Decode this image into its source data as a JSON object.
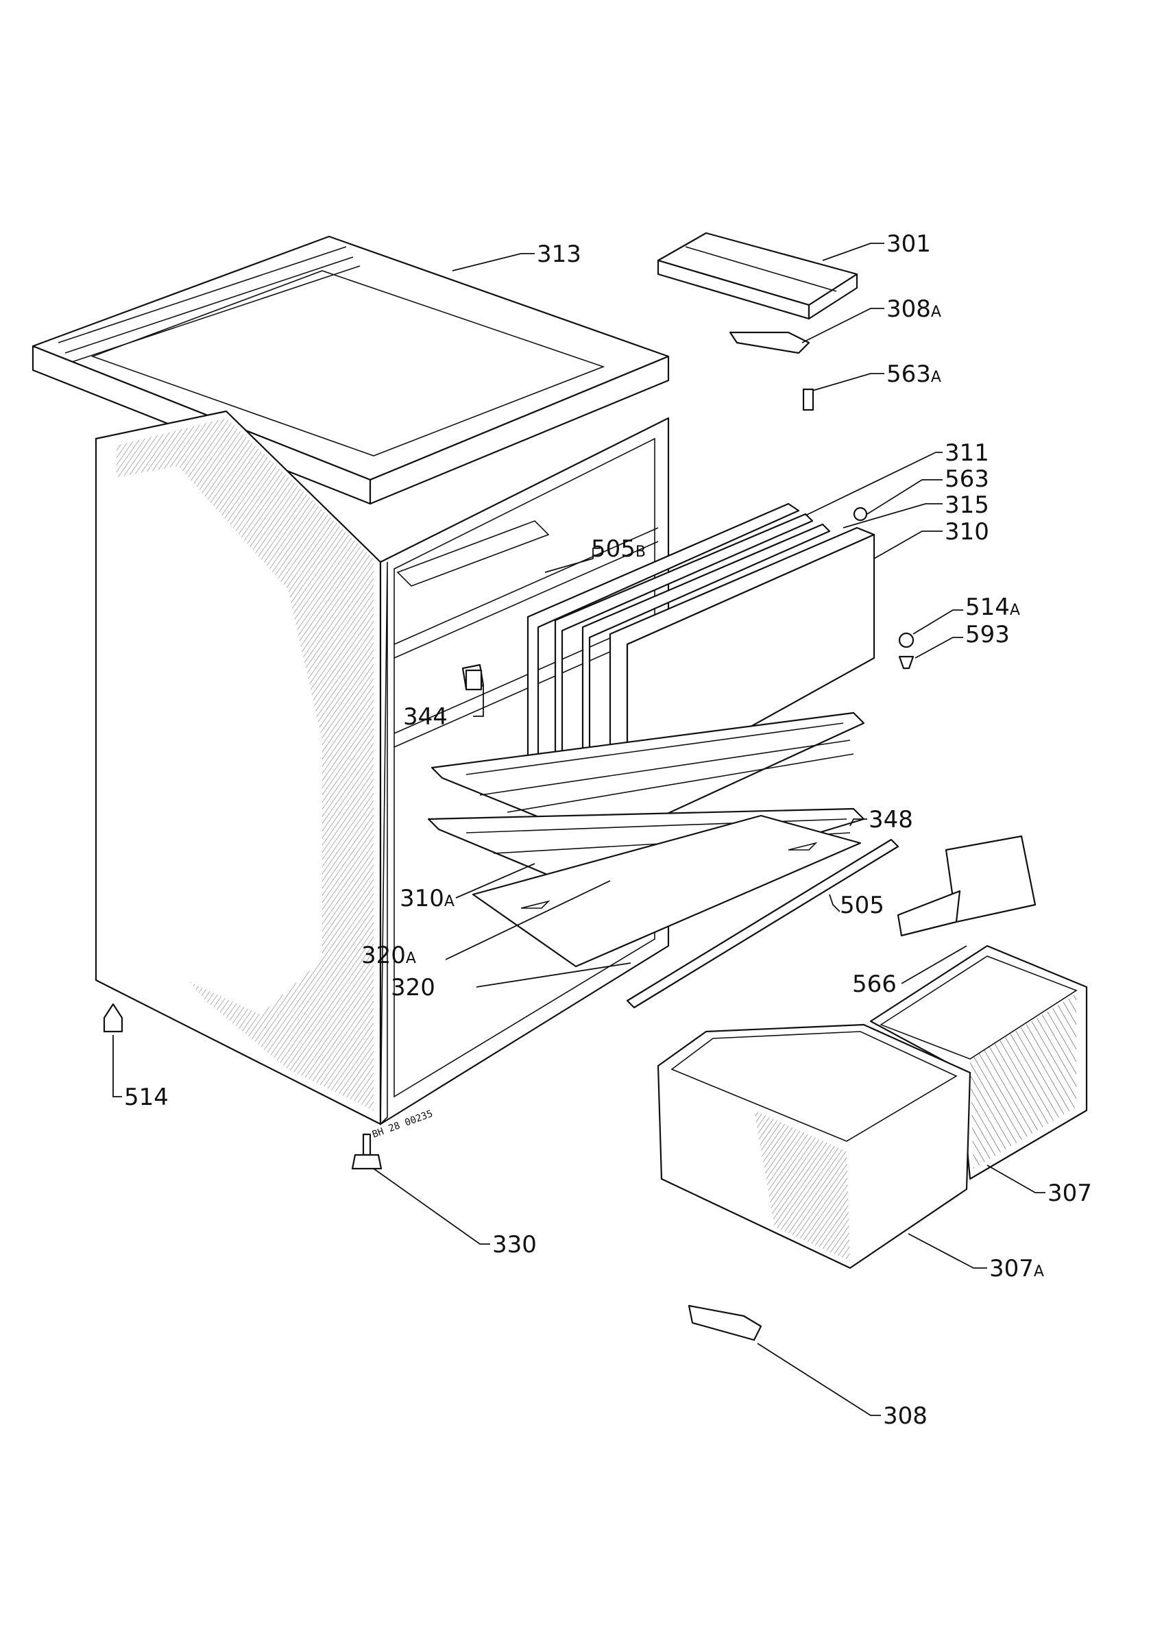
{
  "callouts": [
    {
      "id": "c313",
      "number": "313",
      "suffix": ""
    },
    {
      "id": "c301",
      "number": "301",
      "suffix": ""
    },
    {
      "id": "c308a",
      "number": "308",
      "suffix": "A"
    },
    {
      "id": "c563a",
      "number": "563",
      "suffix": "A"
    },
    {
      "id": "c311",
      "number": "311",
      "suffix": ""
    },
    {
      "id": "c563",
      "number": "563",
      "suffix": ""
    },
    {
      "id": "c315",
      "number": "315",
      "suffix": ""
    },
    {
      "id": "c310",
      "number": "310",
      "suffix": ""
    },
    {
      "id": "c505b",
      "number": "505",
      "suffix": "B"
    },
    {
      "id": "c514a",
      "number": "514",
      "suffix": "A"
    },
    {
      "id": "c593",
      "number": "593",
      "suffix": ""
    },
    {
      "id": "c344",
      "number": "344",
      "suffix": ""
    },
    {
      "id": "c348",
      "number": "348",
      "suffix": ""
    },
    {
      "id": "c310a",
      "number": "310",
      "suffix": "A"
    },
    {
      "id": "c505",
      "number": "505",
      "suffix": ""
    },
    {
      "id": "c320a",
      "number": "320",
      "suffix": "A"
    },
    {
      "id": "c566",
      "number": "566",
      "suffix": ""
    },
    {
      "id": "c320",
      "number": "320",
      "suffix": ""
    },
    {
      "id": "c514",
      "number": "514",
      "suffix": ""
    },
    {
      "id": "c307",
      "number": "307",
      "suffix": ""
    },
    {
      "id": "c330",
      "number": "330",
      "suffix": ""
    },
    {
      "id": "c307a",
      "number": "307",
      "suffix": "A"
    },
    {
      "id": "c308",
      "number": "308",
      "suffix": ""
    }
  ],
  "serial_stamp": "BH 28 00235"
}
